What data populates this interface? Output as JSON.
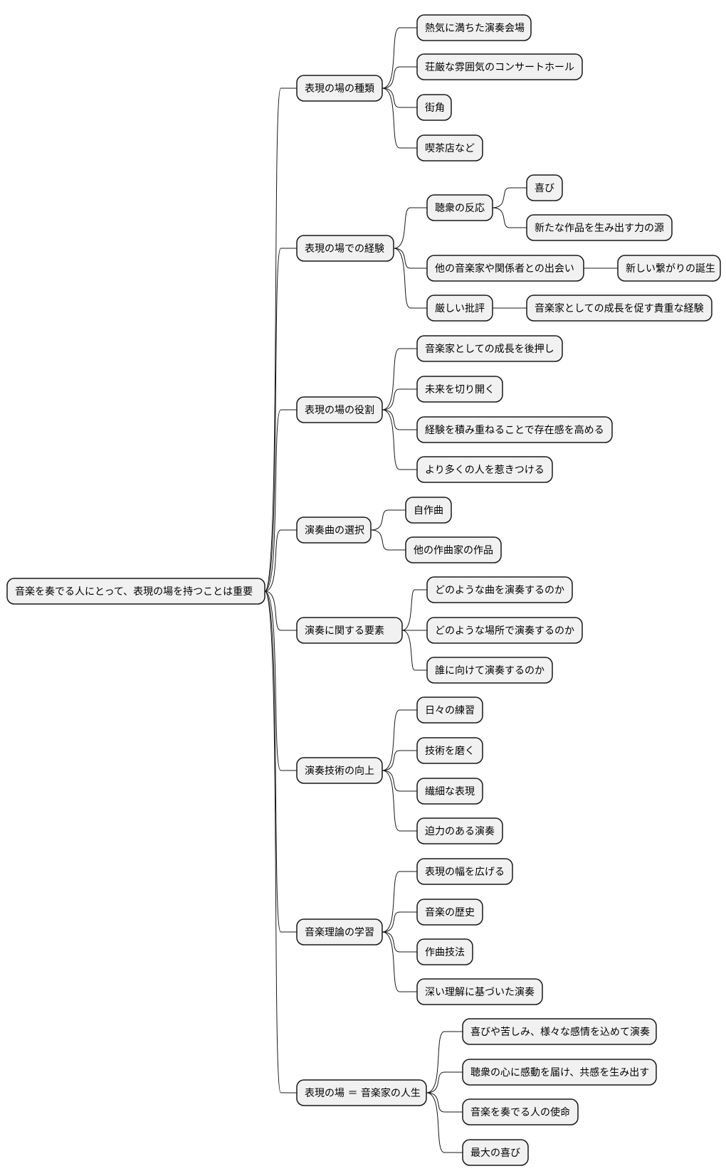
{
  "root": {
    "label": "音楽を奏でる人にとって、表現の場を持つことは重要",
    "children": [
      {
        "label": "表現の場の種類",
        "children": [
          {
            "label": "熱気に満ちた演奏会場"
          },
          {
            "label": "荘厳な雰囲気のコンサートホール"
          },
          {
            "label": "街角"
          },
          {
            "label": "喫茶店など"
          }
        ]
      },
      {
        "label": "表現の場での経験",
        "children": [
          {
            "label": "聴衆の反応",
            "children": [
              {
                "label": "喜び"
              },
              {
                "label": "新たな作品を生み出す力の源"
              }
            ]
          },
          {
            "label": "他の音楽家や関係者との出会い",
            "children": [
              {
                "label": "新しい繋がりの誕生"
              }
            ]
          },
          {
            "label": "厳しい批評",
            "children": [
              {
                "label": "音楽家としての成長を促す貴重な経験"
              }
            ]
          }
        ]
      },
      {
        "label": "表現の場の役割",
        "children": [
          {
            "label": "音楽家としての成長を後押し"
          },
          {
            "label": "未来を切り開く"
          },
          {
            "label": "経験を積み重ねることで存在感を高める"
          },
          {
            "label": "より多くの人を惹きつける"
          }
        ]
      },
      {
        "label": "演奏曲の選択",
        "children": [
          {
            "label": "自作曲"
          },
          {
            "label": "他の作曲家の作品"
          }
        ]
      },
      {
        "label": "演奏に関する要素",
        "children": [
          {
            "label": "どのような曲を演奏するのか"
          },
          {
            "label": "どのような場所で演奏するのか"
          },
          {
            "label": "誰に向けて演奏するのか"
          }
        ]
      },
      {
        "label": "演奏技術の向上",
        "children": [
          {
            "label": "日々の練習"
          },
          {
            "label": "技術を磨く"
          },
          {
            "label": "繊細な表現"
          },
          {
            "label": "迫力のある演奏"
          }
        ]
      },
      {
        "label": "音楽理論の学習",
        "children": [
          {
            "label": "表現の幅を広げる"
          },
          {
            "label": "音楽の歴史"
          },
          {
            "label": "作曲技法"
          },
          {
            "label": "深い理解に基づいた演奏"
          }
        ]
      },
      {
        "label": "表現の場 ＝ 音楽家の人生",
        "children": [
          {
            "label": "喜びや苦しみ、様々な感情を込めて演奏"
          },
          {
            "label": "聴衆の心に感動を届け、共感を生み出す"
          },
          {
            "label": "音楽を奏でる人の使命"
          },
          {
            "label": "最大の喜び"
          }
        ]
      }
    ]
  }
}
